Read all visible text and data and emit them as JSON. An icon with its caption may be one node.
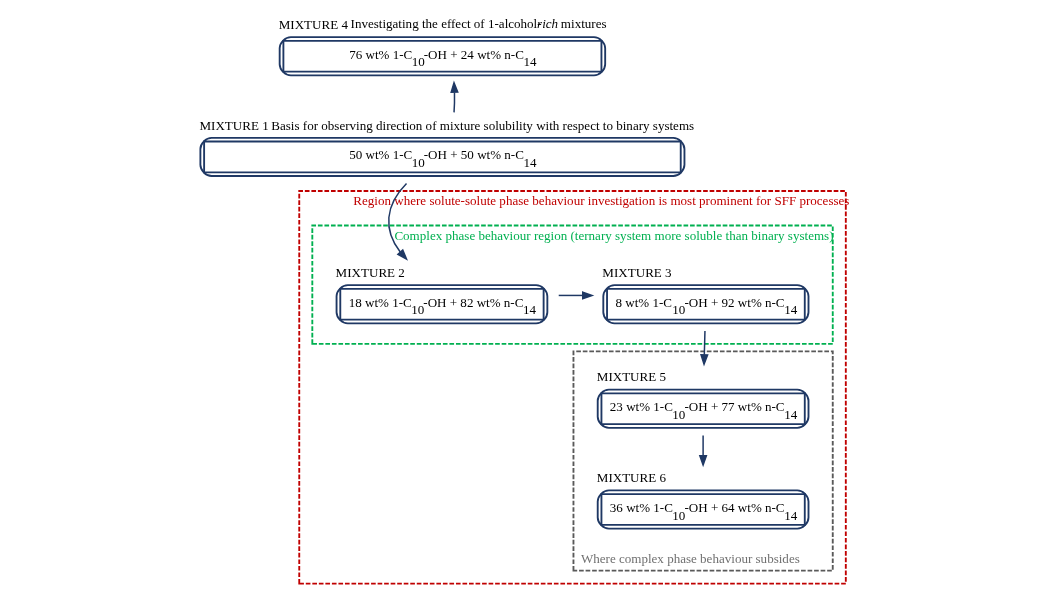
{
  "diagram": {
    "nodes": [
      {
        "text": [
          "Region where solute-solute phase behaviour investigation is most prominent for SFF processes"
        ]
      },
      {
        "text": [
          "Complex phase behaviour region (ternary system more soluble than binary systems)"
        ],
        "in": 0
      },
      {
        "text": [
          "Where complex phase behaviour subsides"
        ],
        "in": 0
      },
      {
        "text": [
          "MIXTURE 4",
          "76 wt% 1-C$_{10}$-OH + 24 wt% n-C$_{14}$"
        ],
        "beside": [
          "Investigating the effect of 1-alcohol-*rich* mixtures"
        ]
      },
      {
        "text": [
          "MIXTURE 1",
          "50 wt% 1-C$_{10}$-OH + 50 wt% n-C$_{14}$"
        ],
        "beside": [
          "Basis for observing direction of mixture solubility with respect to binary systems"
        ]
      },
      {
        "text": [
          "MIXTURE 2",
          "18 wt% 1-C$_{10}$-OH + 82 wt% n-C$_{14}$"
        ],
        "in": 1
      },
      {
        "text": [
          "MIXTURE 3",
          "8 wt% 1-C$_{10}$-OH + 92 wt% n-C$_{14}$"
        ],
        "in": 1
      },
      {
        "text": [
          "MIXTURE 5",
          "23 wt% 1-C$_{10}$-OH + 77 wt% n-C$_{14}$"
        ],
        "in": 2
      },
      {
        "text": [
          "MIXTURE 6",
          "36 wt% 1-C$_{10}$-OH + 64 wt% n-C$_{14}$"
        ],
        "in": 2
      }
    ],
    "edges": [
      {
        "from": 4,
        "to": 3,
        "arrow": "to"
      },
      {
        "from": 4,
        "to": 5,
        "arrow": "to"
      },
      {
        "from": 5,
        "to": 6,
        "arrow": "to"
      },
      {
        "from": 6,
        "to": 7,
        "arrow": "to"
      },
      {
        "from": 7,
        "to": 8,
        "arrow": "to"
      }
    ]
  }
}
